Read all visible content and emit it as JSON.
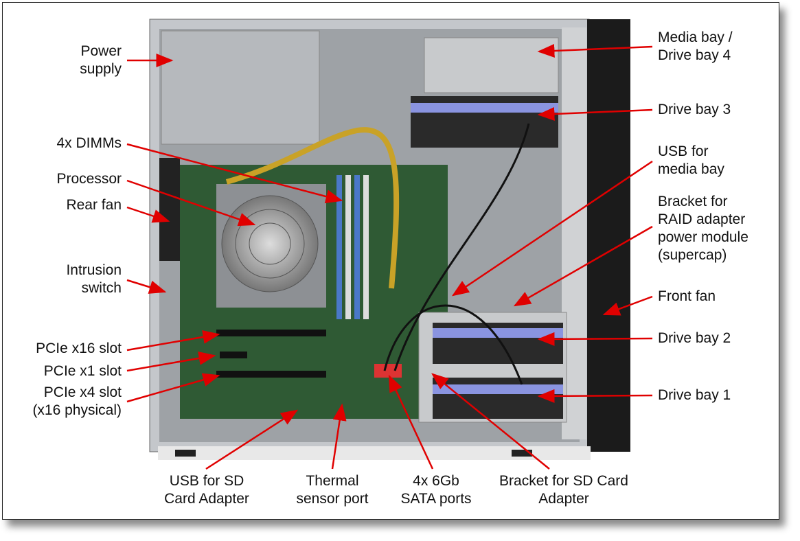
{
  "labels": {
    "power_supply": [
      "Power",
      "supply"
    ],
    "dimms": "4x DIMMs",
    "processor": "Processor",
    "rear_fan": "Rear fan",
    "intrusion_switch": [
      "Intrusion",
      "switch"
    ],
    "pcie_x16": "PCIe x16 slot",
    "pcie_x1": "PCIe x1 slot",
    "pcie_x4": [
      "PCIe x4 slot",
      "(x16 physical)"
    ],
    "usb_sd": [
      "USB for SD",
      "Card Adapter"
    ],
    "thermal": [
      "Thermal",
      "sensor port"
    ],
    "sata": [
      "4x 6Gb",
      "SATA ports"
    ],
    "bracket_sd": [
      "Bracket for SD Card",
      "Adapter"
    ],
    "media_bay": [
      "Media bay /",
      "Drive bay 4"
    ],
    "drive_bay_3": "Drive bay 3",
    "usb_media": [
      "USB for",
      "media bay"
    ],
    "bracket_raid": [
      "Bracket for",
      "RAID adapter",
      "power module",
      "(supercap)"
    ],
    "front_fan": "Front fan",
    "drive_bay_2": "Drive bay 2",
    "drive_bay_1": "Drive bay 1"
  },
  "colors": {
    "arrow": "#e00000",
    "board": "#2f5a34",
    "chassis": "#b9bcc0",
    "front": "#1b1b1b",
    "drive_tray": "#8a94e0"
  }
}
